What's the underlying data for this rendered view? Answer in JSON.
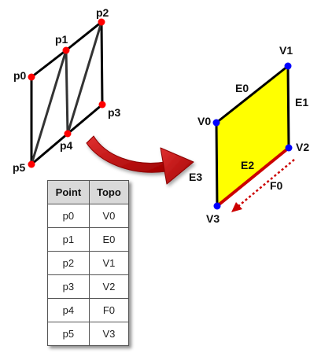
{
  "left_mesh": {
    "points": [
      {
        "label": "p0"
      },
      {
        "label": "p1"
      },
      {
        "label": "p2"
      },
      {
        "label": "p3"
      },
      {
        "label": "p4"
      },
      {
        "label": "p5"
      }
    ],
    "point_color": "#ff0000"
  },
  "right_face": {
    "vertices": [
      {
        "label": "V0"
      },
      {
        "label": "V1"
      },
      {
        "label": "V2"
      },
      {
        "label": "V3"
      }
    ],
    "edges": [
      {
        "label": "E0"
      },
      {
        "label": "E1"
      },
      {
        "label": "E2"
      },
      {
        "label": "E3"
      }
    ],
    "face": {
      "label": "F0"
    },
    "fill_color": "#ffff00",
    "vertex_color": "#0000ff",
    "edge_highlight_color": "#cc0000"
  },
  "arrow": {
    "color": "#c00000"
  },
  "table": {
    "headers": {
      "point": "Point",
      "topo": "Topo"
    },
    "rows": [
      {
        "point": "p0",
        "topo": "V0"
      },
      {
        "point": "p1",
        "topo": "E0"
      },
      {
        "point": "p2",
        "topo": "V1"
      },
      {
        "point": "p3",
        "topo": "V2"
      },
      {
        "point": "p4",
        "topo": "F0"
      },
      {
        "point": "p5",
        "topo": "V3"
      }
    ]
  }
}
